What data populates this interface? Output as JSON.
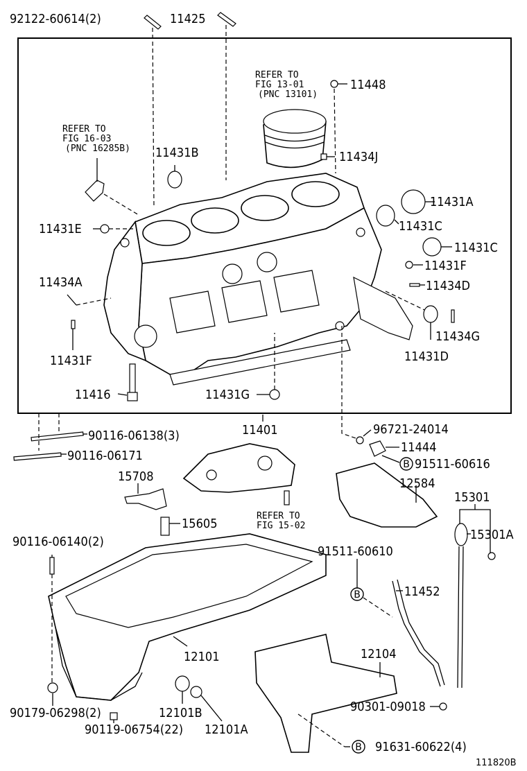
{
  "labels": {
    "p_92122_60614": "92122-60614(2)",
    "p_11425": "11425",
    "p_11448": "11448",
    "p_11434J": "11434J",
    "p_11431B": "11431B",
    "p_11431A": "11431A",
    "p_11431C_1": "11431C",
    "p_11431C_2": "11431C",
    "p_11431E": "11431E",
    "p_11431F_1": "11431F",
    "p_11434D": "11434D",
    "p_11434A": "11434A",
    "p_11434G": "11434G",
    "p_11431F_2": "11431F",
    "p_11431D": "11431D",
    "p_11416": "11416",
    "p_11431G": "11431G",
    "p_11401": "11401",
    "p_90116_06138": "90116-06138(3)",
    "p_90116_06171": "90116-06171",
    "p_96721_24014": "96721-24014",
    "p_11444": "11444",
    "p_91511_60616": "91511-60616",
    "p_15708": "15708",
    "p_12584": "12584",
    "p_15301": "15301",
    "p_15605": "15605",
    "p_15301A": "15301A",
    "p_90116_06140": "90116-06140(2)",
    "p_91511_60610": "91511-60610",
    "p_11452": "11452",
    "p_12101": "12101",
    "p_12104": "12104",
    "p_90179_06298": "90179-06298(2)",
    "p_12101B": "12101B",
    "p_90119_06754": "90119-06754(22)",
    "p_12101A": "12101A",
    "p_90301_09018": "90301-09018",
    "p_91631_60622": "91631-60622(4)",
    "fig_id": "111820B"
  },
  "refs": {
    "ref13_l1": "REFER TO",
    "ref13_l2": "FIG 13-01",
    "ref13_l3": "(PNC 13101)",
    "ref16_l1": "REFER TO",
    "ref16_l2": "FIG 16-03",
    "ref16_l3": "(PNC 16285B)",
    "ref15_l1": "REFER TO",
    "ref15_l2": "FIG 15-02"
  },
  "markers": {
    "b1": "B",
    "b2": "B",
    "b3": "B"
  }
}
